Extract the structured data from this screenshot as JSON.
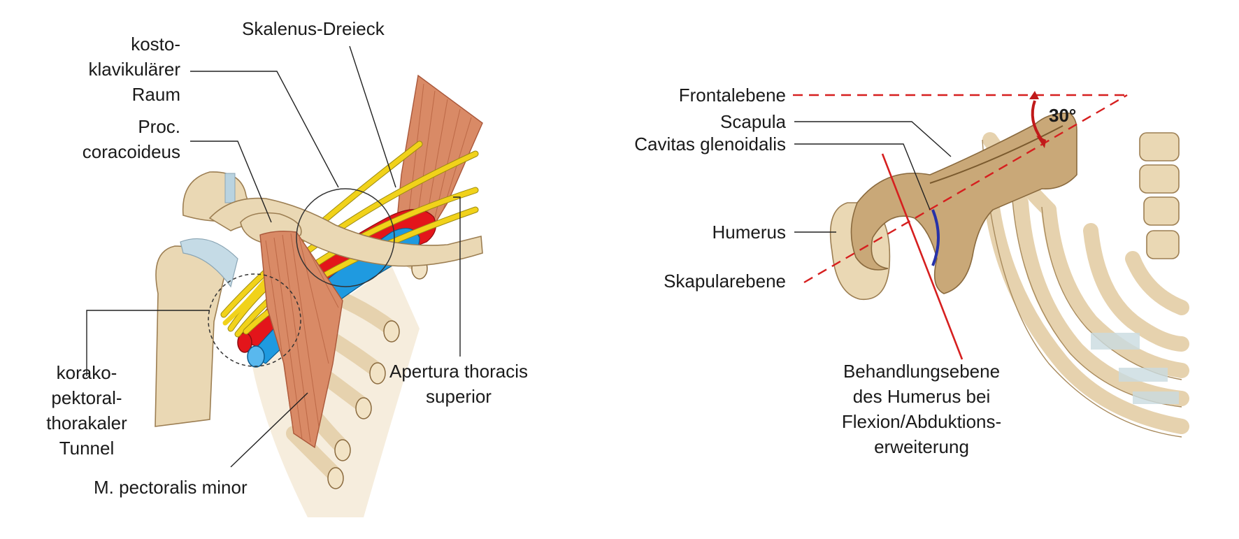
{
  "left_panel": {
    "labels": {
      "skalenus": "Skalenus-Dreieck",
      "kosto_1": "kosto-",
      "kosto_2": "klavikulärer",
      "kosto_3": "Raum",
      "proc_1": "Proc.",
      "proc_2": "coracoideus",
      "korako_1": "korako-",
      "korako_2": "pektoral-",
      "korako_3": "thorakaler",
      "korako_4": "Tunnel",
      "apertura_1": "Apertura thoracis",
      "apertura_2": "superior",
      "pectoralis": "M. pectoralis minor"
    }
  },
  "right_panel": {
    "labels": {
      "frontal": "Frontalebene",
      "scapula": "Scapula",
      "cavitas": "Cavitas glenoidalis",
      "humerus": "Humerus",
      "skapular": "Skapularebene",
      "angle": "30°",
      "behandl_1": "Behandlungsebene",
      "behandl_2": "des Humerus bei",
      "behandl_3": "Flexion/Abduktions-",
      "behandl_4": "erweiterung"
    }
  },
  "colors": {
    "bone": "#ead8b4",
    "muscle": "#d98a66",
    "nerve": "#f1d21a",
    "artery": "#e3151b",
    "vein": "#1f9ae0",
    "plane_line": "#d61f1f"
  }
}
